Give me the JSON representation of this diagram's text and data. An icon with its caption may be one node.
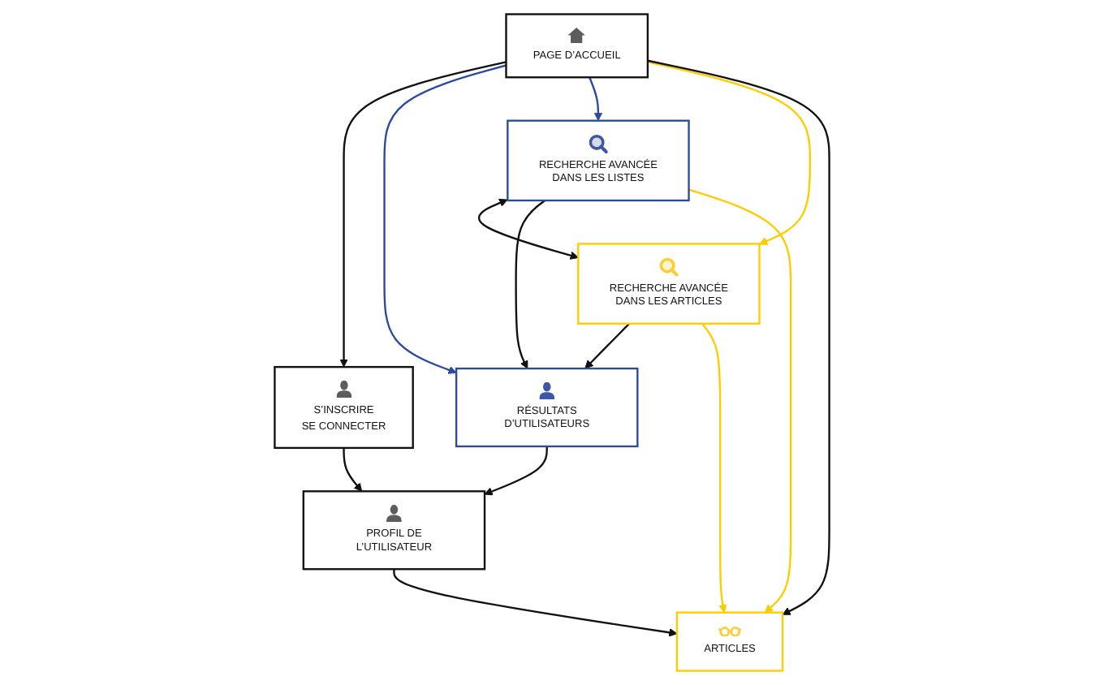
{
  "diagram": {
    "nodes": [
      {
        "text": [
          "PAGE D’ACCUEIL"
        ]
      },
      {
        "text": [
          "S’INSCRIRE",
          "SE CONNECTER"
        ]
      },
      {
        "text": [
          "RÉSULTATS D’UTILISATEURS"
        ]
      },
      {
        "text": [
          "RECHERCHE AVANCÉE DANS LES LISTES"
        ]
      },
      {
        "text": [
          "RECHERCHE AVANCÉE DANS LES ARTICLES"
        ]
      },
      {
        "text": [
          "PROFIL DE L’UTILISATEUR"
        ]
      },
      {
        "text": [
          "ARTICLES"
        ]
      }
    ],
    "edges": [
      {
        "from": 0,
        "to": 1,
        "arrow": "to"
      },
      {
        "from": 0,
        "to": 2,
        "arrow": "to",
        "color": "#2d4b9c"
      },
      {
        "from": 0,
        "to": 3,
        "arrow": "to",
        "color": "#2d4b9c"
      },
      {
        "from": 0,
        "to": 4,
        "arrow": "to",
        "color": "#ffcc00"
      },
      {
        "from": 0,
        "to": 6,
        "arrow": "to"
      },
      {
        "from": 3,
        "to": 4,
        "arrow": "both"
      },
      {
        "from": 1,
        "to": 5,
        "arrow": "to"
      },
      {
        "from": 2,
        "to": 5,
        "arrow": "to"
      },
      {
        "from": 3,
        "to": 2,
        "arrow": "to"
      },
      {
        "from": 4,
        "to": 2,
        "arrow": "to"
      },
      {
        "from": 3,
        "to": 6,
        "arrow": "to",
        "color": "#ffcc00"
      },
      {
        "from": 4,
        "to": 6,
        "arrow": "to",
        "color": "#ffcc00"
      },
      {
        "from": 5,
        "to": 6,
        "arrow": "to"
      }
    ]
  }
}
